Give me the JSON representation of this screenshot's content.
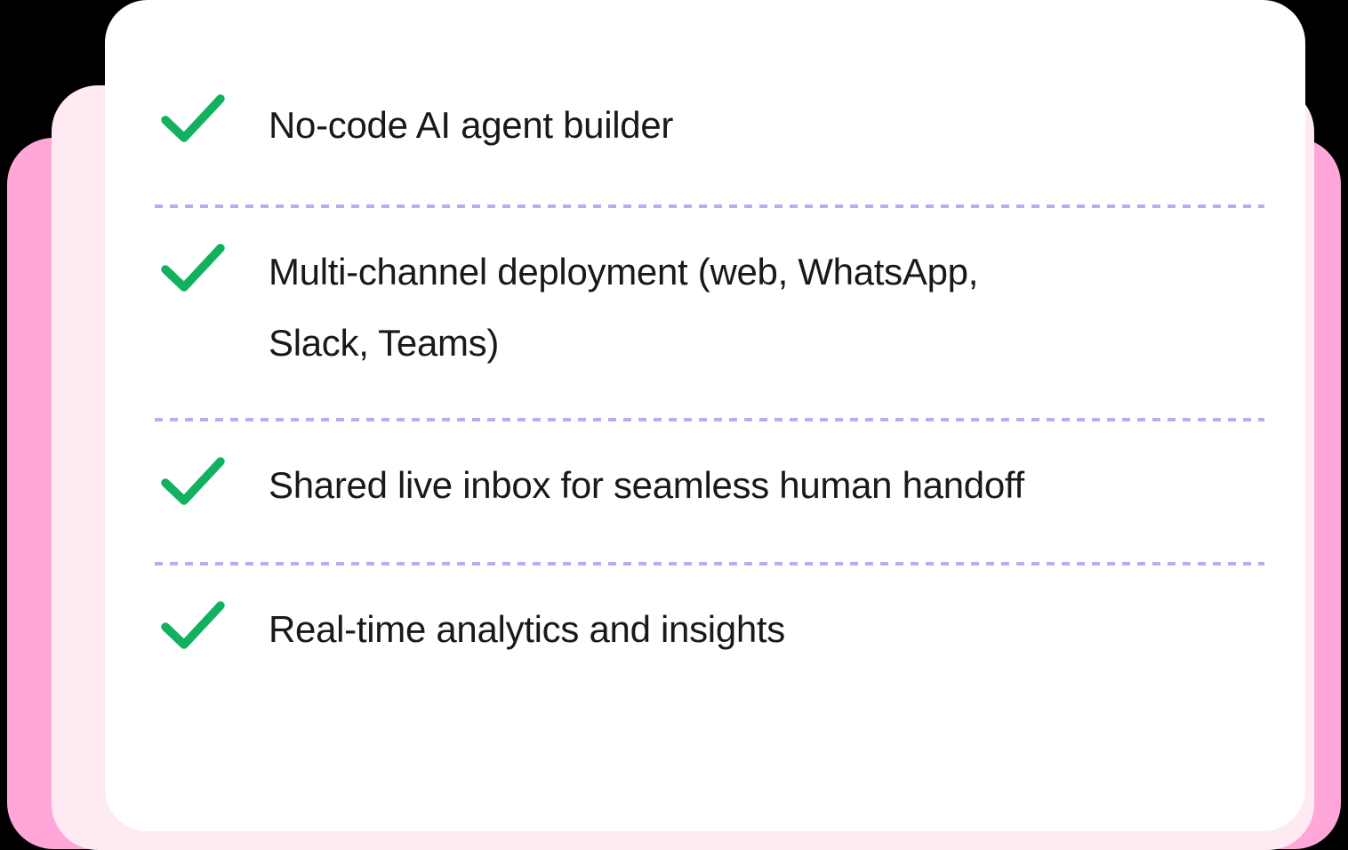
{
  "theme": {
    "background": "#000000",
    "card_background": "#ffffff",
    "accent_pink": "#ffa7d9",
    "accent_pale_pink": "#fdeaf3",
    "check_green": "#12b15f",
    "divider_purple": "#b6adf7",
    "text_color": "#18191b"
  },
  "card": {
    "items": [
      {
        "icon": "check-icon",
        "label": "No-code AI agent builder"
      },
      {
        "icon": "check-icon",
        "label": "Multi-channel deployment (web, WhatsApp,\nSlack, Teams)"
      },
      {
        "icon": "check-icon",
        "label": "Shared live inbox for seamless human handoff"
      },
      {
        "icon": "check-icon",
        "label": "Real-time analytics and insights"
      }
    ]
  }
}
